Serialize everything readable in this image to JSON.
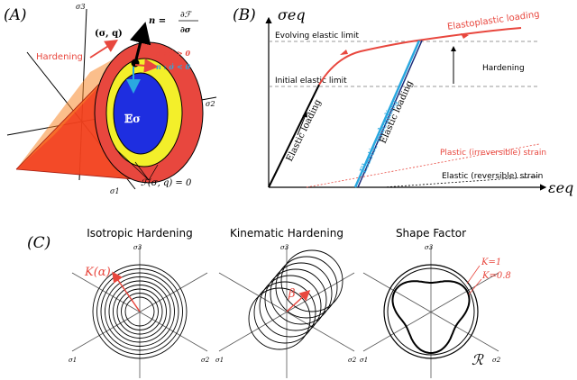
{
  "panelA": {
    "letter": "(A)",
    "hardening": "Hardening",
    "normal_n": "n =",
    "dF": "∂ℱ",
    "dsigma": "∂σ",
    "state": "(σ, q)",
    "load_pos": "n : σ̇ > 0",
    "load_neg": "n : σ̇ < 0",
    "elastic_domain": "𝔼σ",
    "yield_fn": "ℱ(σ, q) = 0",
    "ax1": "σ1",
    "ax2": "σ2",
    "ax3": "σ3",
    "colors": {
      "red": "#e8473e",
      "yellow": "#f3ef2a",
      "blue": "#1e2ee0",
      "cone": "#f2401c",
      "arrow_red": "#e8473e",
      "arrow_blue": "#2aa8e0"
    }
  },
  "panelB": {
    "letter": "(B)",
    "y_axis": "σeq",
    "x_axis": "εeq",
    "evolving_limit": "Evolving elastic limit",
    "initial_limit": "Initial elastic limit",
    "elastoplastic": "Elastoplastic loading",
    "hardening": "Hardening",
    "elastic_loading_1": "Elastic loading",
    "elastic_unloading": "Elastic unloading",
    "elastic_loading_2": "Elastic loading",
    "plastic_strain": "Plastic (irreversible) strain",
    "elastic_strain": "Elastic (reversible) strain"
  },
  "panelC": {
    "letter": "(C)",
    "iso_title": "Isotropic Hardening",
    "kin_title": "Kinematic Hardening",
    "shape_title": "Shape Factor",
    "K_alpha": "K(α)",
    "beta": "β",
    "k1": "K=1",
    "k08": "K=0.8",
    "R": "ℛ",
    "ax1": "σ1",
    "ax2": "σ2",
    "ax3": "σ3"
  }
}
